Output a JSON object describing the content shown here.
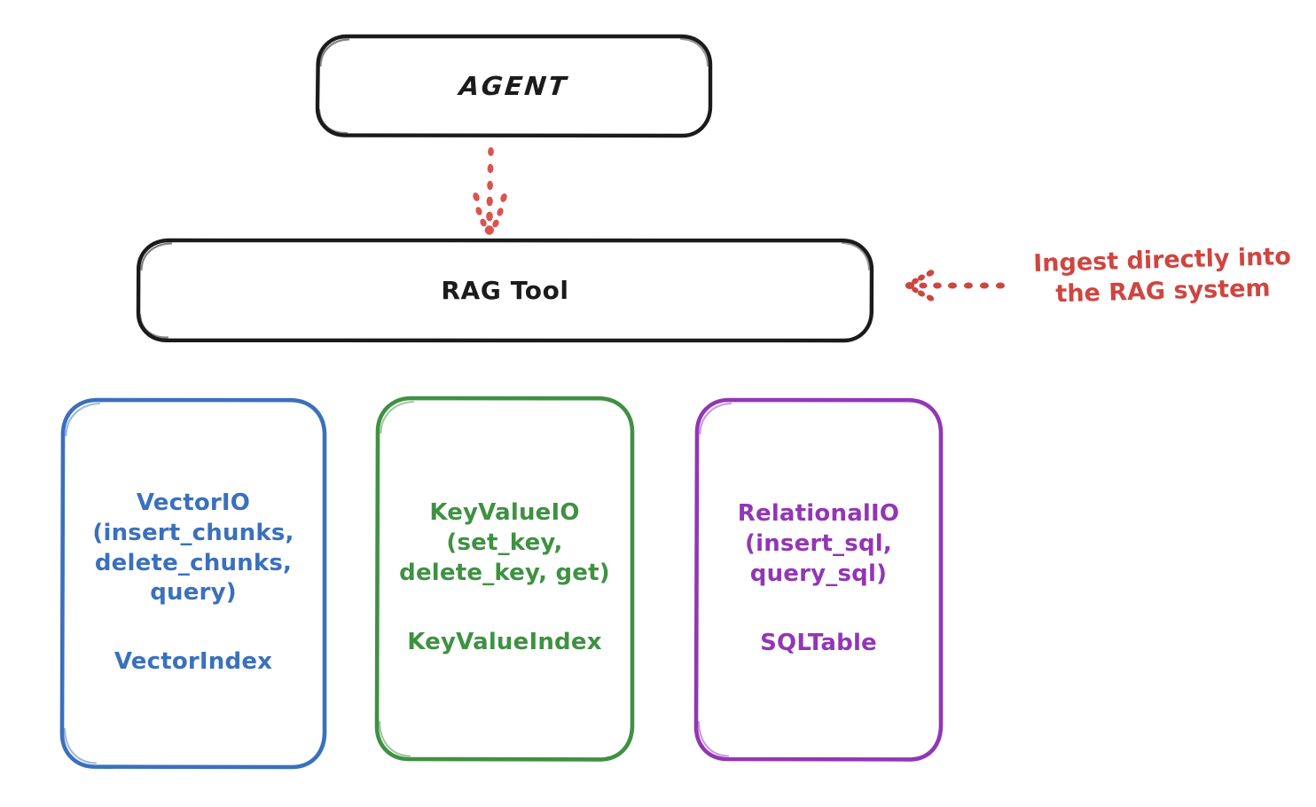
{
  "diagram": {
    "title": "RAG Tool architecture (hand-drawn whiteboard style)",
    "background": "#ffffff",
    "nodes": {
      "agent": {
        "label": "AGENT",
        "stroke": "#1b1b1b",
        "shape": "rounded-rectangle"
      },
      "rag_tool": {
        "label": "RAG Tool",
        "stroke": "#1b1b1b",
        "shape": "rounded-rectangle"
      },
      "vector_io": {
        "title": "VectorIO\n(insert_chunks,\ndelete_chunks,\nquery)",
        "subtitle": "VectorIndex",
        "stroke": "#3a70bd",
        "shape": "rounded-rectangle"
      },
      "key_value_io": {
        "title": "KeyValueIO\n(set_key,\ndelete_key, get)",
        "subtitle": "KeyValueIndex",
        "stroke": "#3f9142",
        "shape": "rounded-rectangle"
      },
      "relational_io": {
        "title": "RelationalIO\n(insert_sql,\nquery_sql)",
        "subtitle": "SQLTable",
        "stroke": "#9236b6",
        "shape": "rounded-rectangle"
      }
    },
    "annotations": {
      "ingest": {
        "text": "Ingest directly into\nthe RAG system",
        "color": "#cf4540"
      }
    },
    "connectors": [
      {
        "name": "agent-to-rag-tool",
        "from": "agent",
        "to": "rag_tool",
        "style": "dotted",
        "color": "#d9534f",
        "arrow": "down"
      },
      {
        "name": "ingest-to-rag-tool",
        "from": "ingest-annotation",
        "to": "rag_tool",
        "style": "dotted",
        "color": "#cf4540",
        "arrow": "left"
      }
    ]
  }
}
